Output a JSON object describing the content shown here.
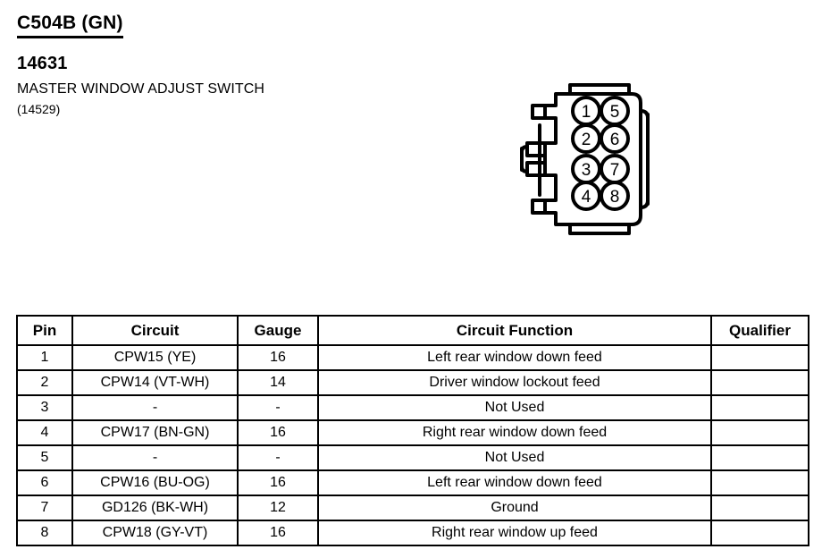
{
  "header": {
    "connector_id": "C504B (GN)",
    "part_number": "14631",
    "part_name": "MASTER WINDOW ADJUST SWITCH",
    "part_alt_number": "(14529)"
  },
  "connector_figure": {
    "name": "8-way-connector-face-view",
    "pin_count": 8,
    "left_column_pins": [
      "1",
      "2",
      "3",
      "4"
    ],
    "right_column_pins": [
      "5",
      "6",
      "7",
      "8"
    ]
  },
  "table": {
    "columns": [
      "Pin",
      "Circuit",
      "Gauge",
      "Circuit Function",
      "Qualifier"
    ],
    "rows": [
      {
        "pin": "1",
        "circuit": "CPW15 (YE)",
        "gauge": "16",
        "function": "Left rear window down feed",
        "qualifier": ""
      },
      {
        "pin": "2",
        "circuit": "CPW14 (VT-WH)",
        "gauge": "14",
        "function": "Driver window lockout feed",
        "qualifier": ""
      },
      {
        "pin": "3",
        "circuit": "-",
        "gauge": "-",
        "function": "Not Used",
        "qualifier": ""
      },
      {
        "pin": "4",
        "circuit": "CPW17 (BN-GN)",
        "gauge": "16",
        "function": "Right rear window down feed",
        "qualifier": ""
      },
      {
        "pin": "5",
        "circuit": "-",
        "gauge": "-",
        "function": "Not Used",
        "qualifier": ""
      },
      {
        "pin": "6",
        "circuit": "CPW16 (BU-OG)",
        "gauge": "16",
        "function": "Left rear window down feed",
        "qualifier": ""
      },
      {
        "pin": "7",
        "circuit": "GD126 (BK-WH)",
        "gauge": "12",
        "function": "Ground",
        "qualifier": ""
      },
      {
        "pin": "8",
        "circuit": "CPW18 (GY-VT)",
        "gauge": "16",
        "function": "Right rear window up feed",
        "qualifier": ""
      }
    ]
  },
  "colors": {
    "ink": "#000000",
    "page": "#ffffff"
  }
}
